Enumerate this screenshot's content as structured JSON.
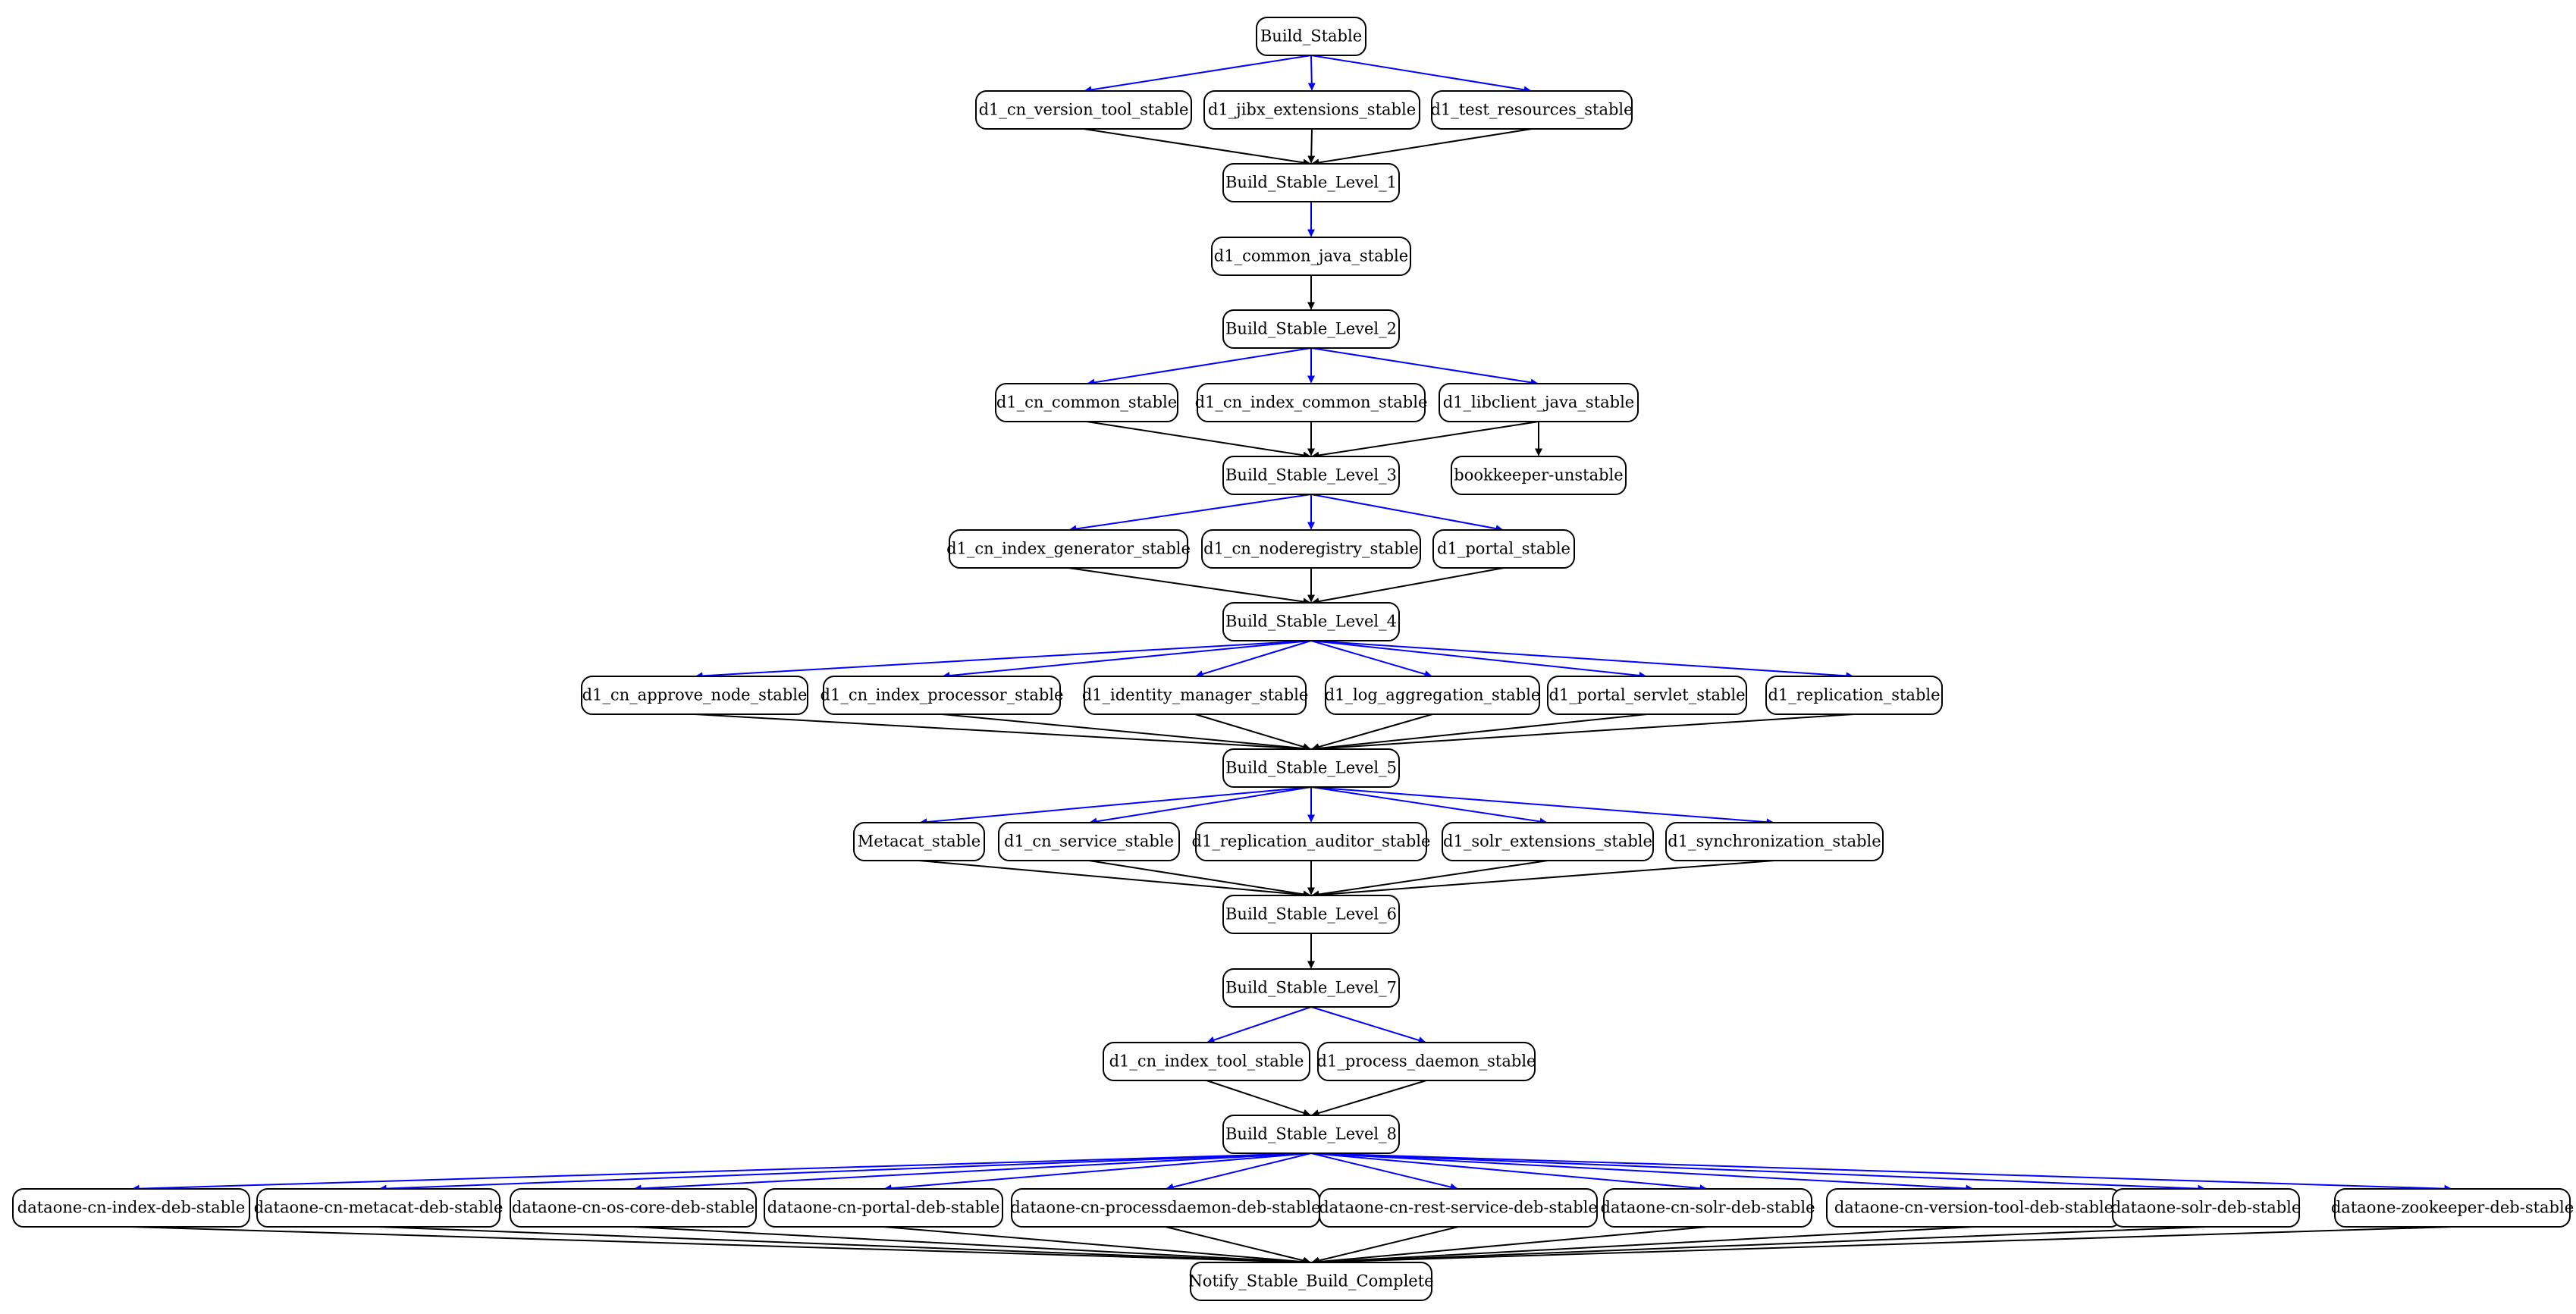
{
  "colors": {
    "trigger_edge": "#0000ff",
    "dependency_edge": "#000000",
    "node_border": "#000000",
    "background": "#ffffff"
  },
  "nodes": [
    {
      "id": "Build_Stable",
      "label": "Build_Stable"
    },
    {
      "id": "d1_cn_version_tool_stable",
      "label": "d1_cn_version_tool_stable"
    },
    {
      "id": "d1_jibx_extensions_stable",
      "label": "d1_jibx_extensions_stable"
    },
    {
      "id": "d1_test_resources_stable",
      "label": "d1_test_resources_stable"
    },
    {
      "id": "Build_Stable_Level_1",
      "label": "Build_Stable_Level_1"
    },
    {
      "id": "d1_common_java_stable",
      "label": "d1_common_java_stable"
    },
    {
      "id": "Build_Stable_Level_2",
      "label": "Build_Stable_Level_2"
    },
    {
      "id": "d1_cn_common_stable",
      "label": "d1_cn_common_stable"
    },
    {
      "id": "d1_cn_index_common_stable",
      "label": "d1_cn_index_common_stable"
    },
    {
      "id": "d1_libclient_java_stable",
      "label": "d1_libclient_java_stable"
    },
    {
      "id": "Build_Stable_Level_3",
      "label": "Build_Stable_Level_3"
    },
    {
      "id": "bookkeeper-unstable",
      "label": "bookkeeper-unstable"
    },
    {
      "id": "d1_cn_index_generator_stable",
      "label": "d1_cn_index_generator_stable"
    },
    {
      "id": "d1_cn_noderegistry_stable",
      "label": "d1_cn_noderegistry_stable"
    },
    {
      "id": "d1_portal_stable",
      "label": "d1_portal_stable"
    },
    {
      "id": "Build_Stable_Level_4",
      "label": "Build_Stable_Level_4"
    },
    {
      "id": "d1_cn_approve_node_stable",
      "label": "d1_cn_approve_node_stable"
    },
    {
      "id": "d1_cn_index_processor_stable",
      "label": "d1_cn_index_processor_stable"
    },
    {
      "id": "d1_identity_manager_stable",
      "label": "d1_identity_manager_stable"
    },
    {
      "id": "d1_log_aggregation_stable",
      "label": "d1_log_aggregation_stable"
    },
    {
      "id": "d1_portal_servlet_stable",
      "label": "d1_portal_servlet_stable"
    },
    {
      "id": "d1_replication_stable",
      "label": "d1_replication_stable"
    },
    {
      "id": "Build_Stable_Level_5",
      "label": "Build_Stable_Level_5"
    },
    {
      "id": "Metacat_stable",
      "label": "Metacat_stable"
    },
    {
      "id": "d1_cn_service_stable",
      "label": "d1_cn_service_stable"
    },
    {
      "id": "d1_replication_auditor_stable",
      "label": "d1_replication_auditor_stable"
    },
    {
      "id": "d1_solr_extensions_stable",
      "label": "d1_solr_extensions_stable"
    },
    {
      "id": "d1_synchronization_stable",
      "label": "d1_synchronization_stable"
    },
    {
      "id": "Build_Stable_Level_6",
      "label": "Build_Stable_Level_6"
    },
    {
      "id": "Build_Stable_Level_7",
      "label": "Build_Stable_Level_7"
    },
    {
      "id": "d1_cn_index_tool_stable",
      "label": "d1_cn_index_tool_stable"
    },
    {
      "id": "d1_process_daemon_stable",
      "label": "d1_process_daemon_stable"
    },
    {
      "id": "Build_Stable_Level_8",
      "label": "Build_Stable_Level_8"
    },
    {
      "id": "dataone-cn-index-deb-stable",
      "label": "dataone-cn-index-deb-stable"
    },
    {
      "id": "dataone-cn-metacat-deb-stable",
      "label": "dataone-cn-metacat-deb-stable"
    },
    {
      "id": "dataone-cn-os-core-deb-stable",
      "label": "dataone-cn-os-core-deb-stable"
    },
    {
      "id": "dataone-cn-portal-deb-stable",
      "label": "dataone-cn-portal-deb-stable"
    },
    {
      "id": "dataone-cn-processdaemon-deb-stable",
      "label": "dataone-cn-processdaemon-deb-stable"
    },
    {
      "id": "dataone-cn-rest-service-deb-stable",
      "label": "dataone-cn-rest-service-deb-stable"
    },
    {
      "id": "dataone-cn-solr-deb-stable",
      "label": "dataone-cn-solr-deb-stable"
    },
    {
      "id": "dataone-cn-version-tool-deb-stable",
      "label": "dataone-cn-version-tool-deb-stable"
    },
    {
      "id": "dataone-solr-deb-stable",
      "label": "dataone-solr-deb-stable"
    },
    {
      "id": "dataone-zookeeper-deb-stable",
      "label": "dataone-zookeeper-deb-stable"
    },
    {
      "id": "Notify_Stable_Build_Complete",
      "label": "Notify_Stable_Build_Complete"
    }
  ],
  "edges": [
    {
      "from": "Build_Stable",
      "to": "d1_cn_version_tool_stable",
      "kind": "trigger"
    },
    {
      "from": "Build_Stable",
      "to": "d1_jibx_extensions_stable",
      "kind": "trigger"
    },
    {
      "from": "Build_Stable",
      "to": "d1_test_resources_stable",
      "kind": "trigger"
    },
    {
      "from": "d1_cn_version_tool_stable",
      "to": "Build_Stable_Level_1",
      "kind": "dependency"
    },
    {
      "from": "d1_jibx_extensions_stable",
      "to": "Build_Stable_Level_1",
      "kind": "dependency"
    },
    {
      "from": "d1_test_resources_stable",
      "to": "Build_Stable_Level_1",
      "kind": "dependency"
    },
    {
      "from": "Build_Stable_Level_1",
      "to": "d1_common_java_stable",
      "kind": "trigger"
    },
    {
      "from": "d1_common_java_stable",
      "to": "Build_Stable_Level_2",
      "kind": "dependency"
    },
    {
      "from": "Build_Stable_Level_2",
      "to": "d1_cn_common_stable",
      "kind": "trigger"
    },
    {
      "from": "Build_Stable_Level_2",
      "to": "d1_cn_index_common_stable",
      "kind": "trigger"
    },
    {
      "from": "Build_Stable_Level_2",
      "to": "d1_libclient_java_stable",
      "kind": "trigger"
    },
    {
      "from": "d1_cn_common_stable",
      "to": "Build_Stable_Level_3",
      "kind": "dependency"
    },
    {
      "from": "d1_cn_index_common_stable",
      "to": "Build_Stable_Level_3",
      "kind": "dependency"
    },
    {
      "from": "d1_libclient_java_stable",
      "to": "Build_Stable_Level_3",
      "kind": "dependency"
    },
    {
      "from": "d1_libclient_java_stable",
      "to": "bookkeeper-unstable",
      "kind": "dependency"
    },
    {
      "from": "Build_Stable_Level_3",
      "to": "d1_cn_index_generator_stable",
      "kind": "trigger"
    },
    {
      "from": "Build_Stable_Level_3",
      "to": "d1_cn_noderegistry_stable",
      "kind": "trigger"
    },
    {
      "from": "Build_Stable_Level_3",
      "to": "d1_portal_stable",
      "kind": "trigger"
    },
    {
      "from": "d1_cn_index_generator_stable",
      "to": "Build_Stable_Level_4",
      "kind": "dependency"
    },
    {
      "from": "d1_cn_noderegistry_stable",
      "to": "Build_Stable_Level_4",
      "kind": "dependency"
    },
    {
      "from": "d1_portal_stable",
      "to": "Build_Stable_Level_4",
      "kind": "dependency"
    },
    {
      "from": "Build_Stable_Level_4",
      "to": "d1_cn_approve_node_stable",
      "kind": "trigger"
    },
    {
      "from": "Build_Stable_Level_4",
      "to": "d1_cn_index_processor_stable",
      "kind": "trigger"
    },
    {
      "from": "Build_Stable_Level_4",
      "to": "d1_identity_manager_stable",
      "kind": "trigger"
    },
    {
      "from": "Build_Stable_Level_4",
      "to": "d1_log_aggregation_stable",
      "kind": "trigger"
    },
    {
      "from": "Build_Stable_Level_4",
      "to": "d1_portal_servlet_stable",
      "kind": "trigger"
    },
    {
      "from": "Build_Stable_Level_4",
      "to": "d1_replication_stable",
      "kind": "trigger"
    },
    {
      "from": "d1_cn_approve_node_stable",
      "to": "Build_Stable_Level_5",
      "kind": "dependency"
    },
    {
      "from": "d1_cn_index_processor_stable",
      "to": "Build_Stable_Level_5",
      "kind": "dependency"
    },
    {
      "from": "d1_identity_manager_stable",
      "to": "Build_Stable_Level_5",
      "kind": "dependency"
    },
    {
      "from": "d1_log_aggregation_stable",
      "to": "Build_Stable_Level_5",
      "kind": "dependency"
    },
    {
      "from": "d1_portal_servlet_stable",
      "to": "Build_Stable_Level_5",
      "kind": "dependency"
    },
    {
      "from": "d1_replication_stable",
      "to": "Build_Stable_Level_5",
      "kind": "dependency"
    },
    {
      "from": "Build_Stable_Level_5",
      "to": "Metacat_stable",
      "kind": "trigger"
    },
    {
      "from": "Build_Stable_Level_5",
      "to": "d1_cn_service_stable",
      "kind": "trigger"
    },
    {
      "from": "Build_Stable_Level_5",
      "to": "d1_replication_auditor_stable",
      "kind": "trigger"
    },
    {
      "from": "Build_Stable_Level_5",
      "to": "d1_solr_extensions_stable",
      "kind": "trigger"
    },
    {
      "from": "Build_Stable_Level_5",
      "to": "d1_synchronization_stable",
      "kind": "trigger"
    },
    {
      "from": "Metacat_stable",
      "to": "Build_Stable_Level_6",
      "kind": "dependency"
    },
    {
      "from": "d1_cn_service_stable",
      "to": "Build_Stable_Level_6",
      "kind": "dependency"
    },
    {
      "from": "d1_replication_auditor_stable",
      "to": "Build_Stable_Level_6",
      "kind": "dependency"
    },
    {
      "from": "d1_solr_extensions_stable",
      "to": "Build_Stable_Level_6",
      "kind": "dependency"
    },
    {
      "from": "d1_synchronization_stable",
      "to": "Build_Stable_Level_6",
      "kind": "dependency"
    },
    {
      "from": "Build_Stable_Level_6",
      "to": "Build_Stable_Level_7",
      "kind": "dependency"
    },
    {
      "from": "Build_Stable_Level_7",
      "to": "d1_cn_index_tool_stable",
      "kind": "trigger"
    },
    {
      "from": "Build_Stable_Level_7",
      "to": "d1_process_daemon_stable",
      "kind": "trigger"
    },
    {
      "from": "d1_cn_index_tool_stable",
      "to": "Build_Stable_Level_8",
      "kind": "dependency"
    },
    {
      "from": "d1_process_daemon_stable",
      "to": "Build_Stable_Level_8",
      "kind": "dependency"
    },
    {
      "from": "Build_Stable_Level_8",
      "to": "dataone-cn-index-deb-stable",
      "kind": "trigger"
    },
    {
      "from": "Build_Stable_Level_8",
      "to": "dataone-cn-metacat-deb-stable",
      "kind": "trigger"
    },
    {
      "from": "Build_Stable_Level_8",
      "to": "dataone-cn-os-core-deb-stable",
      "kind": "trigger"
    },
    {
      "from": "Build_Stable_Level_8",
      "to": "dataone-cn-portal-deb-stable",
      "kind": "trigger"
    },
    {
      "from": "Build_Stable_Level_8",
      "to": "dataone-cn-processdaemon-deb-stable",
      "kind": "trigger"
    },
    {
      "from": "Build_Stable_Level_8",
      "to": "dataone-cn-rest-service-deb-stable",
      "kind": "trigger"
    },
    {
      "from": "Build_Stable_Level_8",
      "to": "dataone-cn-solr-deb-stable",
      "kind": "trigger"
    },
    {
      "from": "Build_Stable_Level_8",
      "to": "dataone-cn-version-tool-deb-stable",
      "kind": "trigger"
    },
    {
      "from": "Build_Stable_Level_8",
      "to": "dataone-solr-deb-stable",
      "kind": "trigger"
    },
    {
      "from": "Build_Stable_Level_8",
      "to": "dataone-zookeeper-deb-stable",
      "kind": "trigger"
    },
    {
      "from": "dataone-cn-index-deb-stable",
      "to": "Notify_Stable_Build_Complete",
      "kind": "dependency"
    },
    {
      "from": "dataone-cn-metacat-deb-stable",
      "to": "Notify_Stable_Build_Complete",
      "kind": "dependency"
    },
    {
      "from": "dataone-cn-os-core-deb-stable",
      "to": "Notify_Stable_Build_Complete",
      "kind": "dependency"
    },
    {
      "from": "dataone-cn-portal-deb-stable",
      "to": "Notify_Stable_Build_Complete",
      "kind": "dependency"
    },
    {
      "from": "dataone-cn-processdaemon-deb-stable",
      "to": "Notify_Stable_Build_Complete",
      "kind": "dependency"
    },
    {
      "from": "dataone-cn-rest-service-deb-stable",
      "to": "Notify_Stable_Build_Complete",
      "kind": "dependency"
    },
    {
      "from": "dataone-cn-solr-deb-stable",
      "to": "Notify_Stable_Build_Complete",
      "kind": "dependency"
    },
    {
      "from": "dataone-cn-version-tool-deb-stable",
      "to": "Notify_Stable_Build_Complete",
      "kind": "dependency"
    },
    {
      "from": "dataone-solr-deb-stable",
      "to": "Notify_Stable_Build_Complete",
      "kind": "dependency"
    },
    {
      "from": "dataone-zookeeper-deb-stable",
      "to": "Notify_Stable_Build_Complete",
      "kind": "dependency"
    }
  ]
}
